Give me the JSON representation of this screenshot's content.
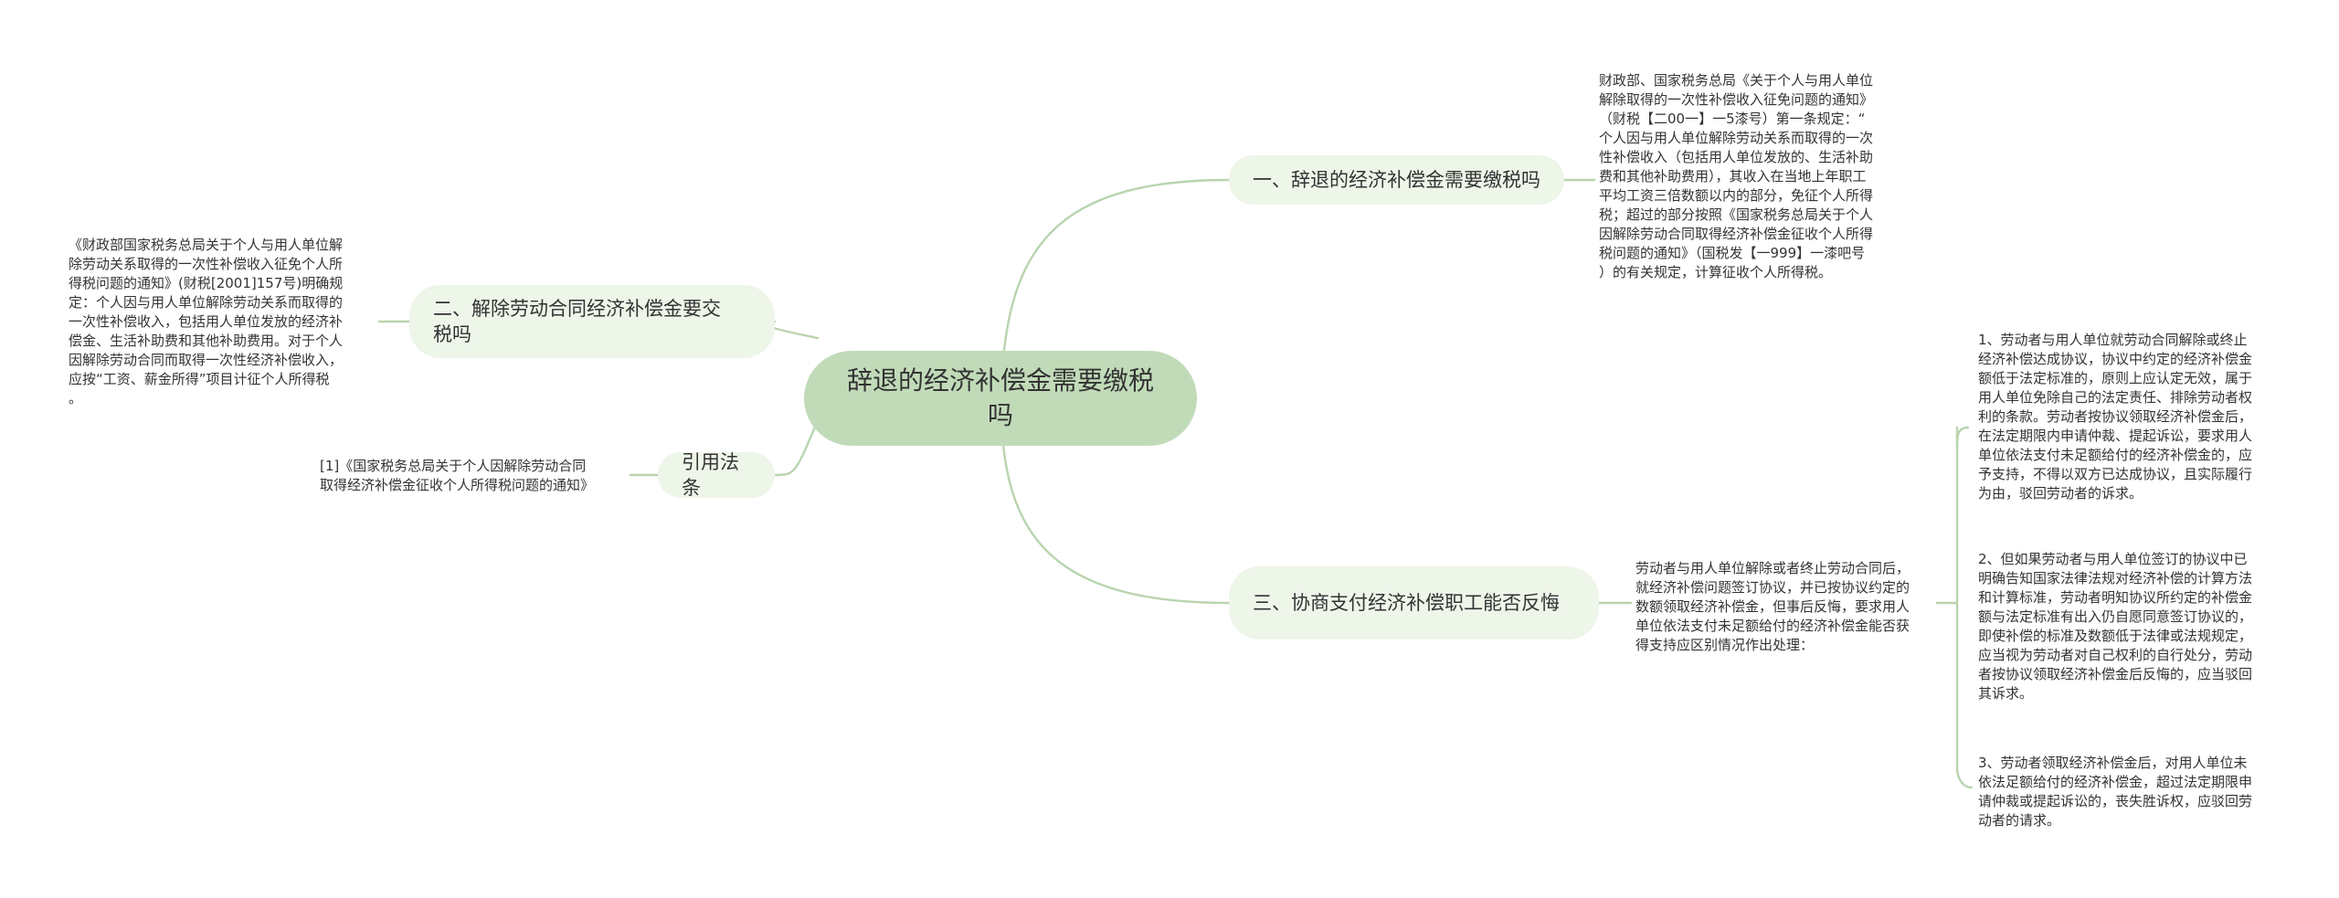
{
  "root": {
    "label": "辞退的经济补偿金需要缴税吗"
  },
  "branches": {
    "b1": {
      "label": "一、辞退的经济补偿金需要缴税吗"
    },
    "b2": {
      "label": "二、解除劳动合同经济补偿金要交税吗"
    },
    "b3": {
      "label": "引用法条"
    },
    "b4": {
      "label": "三、协商支付经济补偿职工能否反悔"
    }
  },
  "notes": {
    "n1": "财政部、国家税务总局《关于个人与用人单位\n解除取得的一次性补偿收入征免问题的通知》\n（财税【二00一】一5漆号）第一条规定：“\n个人因与用人单位解除劳动关系而取得的一次\n性补偿收入（包括用人单位发放的、生活补助\n费和其他补助费用），其收入在当地上年职工\n平均工资三倍数额以内的部分，免征个人所得\n税；超过的部分按照《国家税务总局关于个人\n因解除劳动合同取得经济补偿金征收个人所得\n税问题的通知》（国税发【一999】一漆吧号\n）的有关规定，计算征收个人所得税。",
    "n2": "《财政部国家税务总局关于个人与用人单位解\n除劳动关系取得的一次性补偿收入征免个人所\n得税问题的通知》(财税[2001]157号)明确规\n定：个人因与用人单位解除劳动关系而取得的\n一次性补偿收入，包括用人单位发放的经济补\n偿金、生活补助费和其他补助费用。对于个人\n因解除劳动合同而取得一次性经济补偿收入，\n应按“工资、薪金所得”项目计征个人所得税\n。",
    "n3": "[1]《国家税务总局关于个人因解除劳动合同\n取得经济补偿金征收个人所得税问题的通知》",
    "n4": "劳动者与用人单位解除或者终止劳动合同后，\n就经济补偿问题签订协议，并已按协议约定的\n数额领取经济补偿金，但事后反悔，要求用人\n单位依法支付未足额给付的经济补偿金能否获\n得支持应区别情况作出处理：",
    "n5": "1、劳动者与用人单位就劳动合同解除或终止\n经济补偿达成协议，协议中约定的经济补偿金\n额低于法定标准的，原则上应认定无效，属于\n用人单位免除自己的法定责任、排除劳动者权\n利的条款。劳动者按协议领取经济补偿金后，\n在法定期限内申请仲裁、提起诉讼，要求用人\n单位依法支付未足额给付的经济补偿金的，应\n予支持，不得以双方已达成协议，且实际履行\n为由，驳回劳动者的诉求。",
    "n6": "2、但如果劳动者与用人单位签订的协议中已\n明确告知国家法律法规对经济补偿的计算方法\n和计算标准，劳动者明知协议所约定的补偿金\n额与法定标准有出入仍自愿同意签订协议的，\n即使补偿的标准及数额低于法律或法规规定，\n应当视为劳动者对自己权利的自行处分，劳动\n者按协议领取经济补偿金后反悔的，应当驳回\n其诉求。",
    "n7": "3、劳动者领取经济补偿金后，对用人单位未\n依法足额给付的经济补偿金，超过法定期限申\n请仲裁或提起诉讼的，丧失胜诉权，应驳回劳\n动者的请求。"
  },
  "colors": {
    "root_fill": "#c1dbb9",
    "branch_fill": "#eef5e9",
    "link": "#b9d4ae"
  }
}
